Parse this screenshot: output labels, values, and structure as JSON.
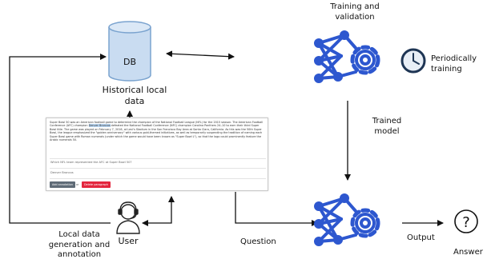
{
  "nodes": {
    "db": {
      "label": "DB"
    },
    "historical": {
      "label": "Historical local\ndata"
    },
    "training": {
      "label": "Training and\nvalidation",
      "icon": "neural-network-gear-icon"
    },
    "periodic": {
      "label": "Periodically\ntraining",
      "icon": "clock-icon"
    },
    "trained_model": {
      "label": "Trained\nmodel"
    },
    "user": {
      "label": "User",
      "icon": "user-headset-icon"
    },
    "local_data": {
      "label": "Local data\ngeneration and\nannotation"
    },
    "question": {
      "label": "Question"
    },
    "output": {
      "label": "Output"
    },
    "answer": {
      "label": "Answer",
      "icon": "question-mark-icon"
    }
  },
  "annotation_app": {
    "passage_start": "Super Bowl 50 was an American football game to determine the champion of the National Football League (NFL) for the 2015 season. The American Football Conference (AFC) champion ",
    "passage_highlight": "Denver Broncos",
    "passage_end": " defeated the National Football Conference (NFC) champion Carolina Panthers 24–10 to earn their third Super Bowl title. The game was played on February 7, 2016, at Levi's Stadium in the San Francisco Bay Area at Santa Clara, California. As this was the 50th Super Bowl, the league emphasized the \"golden anniversary\" with various gold-themed initiatives, as well as temporarily suspending the tradition of naming each Super Bowl game with Roman numerals (under which the game would have been known as \"Super Bowl L\"), so that the logo could prominently feature the Arabic numerals 50.",
    "question": "Which NFL team represented the AFC at Super Bowl 50?",
    "answer": "Denver Broncos",
    "add_button": "Add annotation",
    "or_text": "or",
    "delete_button": "Delete paragraph"
  },
  "colors": {
    "accent": "#2d57cf",
    "db_fill": "#c9dcf1",
    "db_stroke": "#7aa3cf",
    "delete_button": "#e3263e",
    "add_button": "#5f6b77"
  }
}
